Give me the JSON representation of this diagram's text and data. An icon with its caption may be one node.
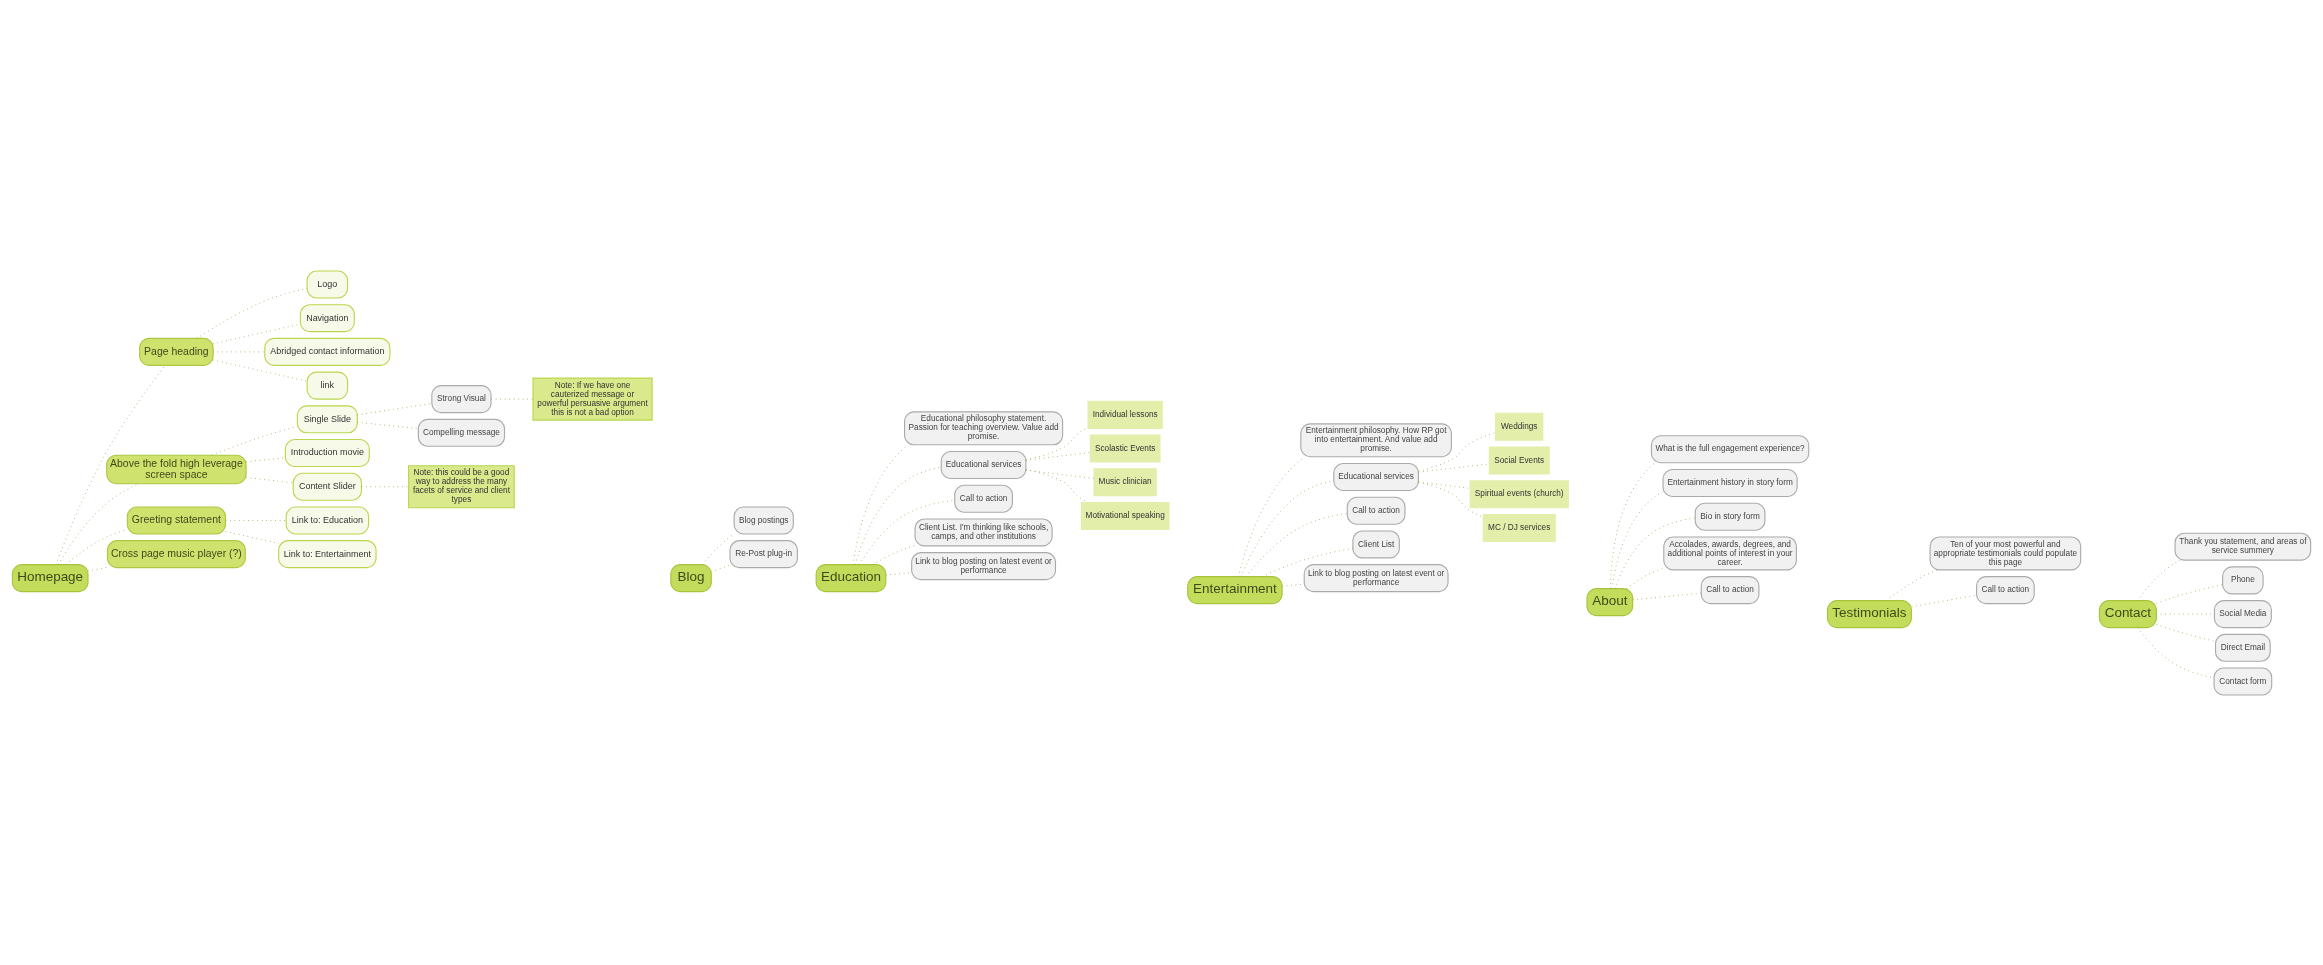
{
  "diagram": {
    "nodes": [
      {
        "text": [
          "Homepage"
        ]
      },
      {
        "text": [
          "Page heading"
        ]
      },
      {
        "text": [
          "Logo"
        ]
      },
      {
        "text": [
          "Navigation"
        ]
      },
      {
        "text": [
          "Abridged contact information"
        ]
      },
      {
        "text": [
          "link"
        ]
      },
      {
        "text": [
          "Above the fold high leverage screen space"
        ]
      },
      {
        "text": [
          "Single Slide"
        ]
      },
      {
        "text": [
          "Strong Visual"
        ]
      },
      {
        "text": [
          "Note: If we have one cauterized message or powerful persuasive argument this is not a bad option"
        ]
      },
      {
        "text": [
          "Compelling message"
        ]
      },
      {
        "text": [
          "Introduction movie"
        ]
      },
      {
        "text": [
          "Content Slider"
        ]
      },
      {
        "text": [
          "Note: this could be a good way to address the many facets of service and client types"
        ]
      },
      {
        "text": [
          "Greeting statement"
        ]
      },
      {
        "text": [
          "Link to: Education"
        ]
      },
      {
        "text": [
          "Link to: Entertainment"
        ]
      },
      {
        "text": [
          "Cross page music player (?)"
        ]
      },
      {
        "text": [
          "Blog"
        ]
      },
      {
        "text": [
          "Blog postings"
        ]
      },
      {
        "text": [
          "Re-Post plug-in"
        ]
      },
      {
        "text": [
          "Education"
        ]
      },
      {
        "text": [
          "Educational philosophy statement. Passion for teaching overview. Value add promise."
        ]
      },
      {
        "text": [
          "Educational services"
        ]
      },
      {
        "text": [
          "Individual lessons"
        ]
      },
      {
        "text": [
          "Scolastic Events"
        ]
      },
      {
        "text": [
          "Music clinician"
        ]
      },
      {
        "text": [
          "Motivational speaking"
        ]
      },
      {
        "text": [
          "Call to action"
        ]
      },
      {
        "text": [
          "Client List. I'm thinking like schools, camps, and other institutions"
        ]
      },
      {
        "text": [
          "Link to blog posting on latest event or performance"
        ]
      },
      {
        "text": [
          "Entertainment"
        ]
      },
      {
        "text": [
          "Entertainment philosophy. How RP got into entertainment. And value add promise."
        ]
      },
      {
        "text": [
          "Educational services"
        ]
      },
      {
        "text": [
          "Weddings"
        ]
      },
      {
        "text": [
          "Social Events"
        ]
      },
      {
        "text": [
          "Spiritual events (church)"
        ]
      },
      {
        "text": [
          "MC / DJ services"
        ]
      },
      {
        "text": [
          "Call to action"
        ]
      },
      {
        "text": [
          "Client List"
        ]
      },
      {
        "text": [
          "Link to blog posting on latest event or performance"
        ]
      },
      {
        "text": [
          "About"
        ]
      },
      {
        "text": [
          "What is the full engagement experience?"
        ]
      },
      {
        "text": [
          "Entertainment history in story form"
        ]
      },
      {
        "text": [
          "Bio in story form"
        ]
      },
      {
        "text": [
          "Accolades, awards, degrees, and additional points of interest in your career."
        ]
      },
      {
        "text": [
          "Call to action"
        ]
      },
      {
        "text": [
          "Testimonials"
        ]
      },
      {
        "text": [
          "Ten of your most powerful and appropriate testimonials could populate this page"
        ]
      },
      {
        "text": [
          "Call to action"
        ]
      },
      {
        "text": [
          "Contact"
        ]
      },
      {
        "text": [
          "Thank you statement, and areas of service summery"
        ]
      },
      {
        "text": [
          "Phone"
        ]
      },
      {
        "text": [
          "Social Media"
        ]
      },
      {
        "text": [
          "Direct Email"
        ]
      },
      {
        "text": [
          "Contact form"
        ]
      }
    ],
    "edges": [
      {
        "from": 0,
        "to": 1,
        "arrow": "none"
      },
      {
        "from": 1,
        "to": 2,
        "arrow": "none"
      },
      {
        "from": 1,
        "to": 3,
        "arrow": "none"
      },
      {
        "from": 1,
        "to": 4,
        "arrow": "none"
      },
      {
        "from": 1,
        "to": 5,
        "arrow": "none"
      },
      {
        "from": 0,
        "to": 6,
        "arrow": "none"
      },
      {
        "from": 6,
        "to": 7,
        "arrow": "none"
      },
      {
        "from": 7,
        "to": 8,
        "arrow": "none"
      },
      {
        "from": 8,
        "to": 9,
        "arrow": "none"
      },
      {
        "from": 7,
        "to": 10,
        "arrow": "none"
      },
      {
        "from": 6,
        "to": 11,
        "arrow": "none"
      },
      {
        "from": 6,
        "to": 12,
        "arrow": "none"
      },
      {
        "from": 12,
        "to": 13,
        "arrow": "none"
      },
      {
        "from": 0,
        "to": 14,
        "arrow": "none"
      },
      {
        "from": 14,
        "to": 15,
        "arrow": "none"
      },
      {
        "from": 14,
        "to": 16,
        "arrow": "none"
      },
      {
        "from": 0,
        "to": 17,
        "arrow": "none"
      },
      {
        "from": 18,
        "to": 19,
        "arrow": "none"
      },
      {
        "from": 18,
        "to": 20,
        "arrow": "none"
      },
      {
        "from": 21,
        "to": 22,
        "arrow": "none"
      },
      {
        "from": 21,
        "to": 23,
        "arrow": "none"
      },
      {
        "from": 23,
        "to": 24,
        "arrow": "none"
      },
      {
        "from": 23,
        "to": 25,
        "arrow": "none"
      },
      {
        "from": 23,
        "to": 26,
        "arrow": "none"
      },
      {
        "from": 23,
        "to": 27,
        "arrow": "none"
      },
      {
        "from": 21,
        "to": 28,
        "arrow": "none"
      },
      {
        "from": 21,
        "to": 29,
        "arrow": "none"
      },
      {
        "from": 21,
        "to": 30,
        "arrow": "none"
      },
      {
        "from": 31,
        "to": 32,
        "arrow": "none"
      },
      {
        "from": 31,
        "to": 33,
        "arrow": "none"
      },
      {
        "from": 33,
        "to": 34,
        "arrow": "none"
      },
      {
        "from": 33,
        "to": 35,
        "arrow": "none"
      },
      {
        "from": 33,
        "to": 36,
        "arrow": "none"
      },
      {
        "from": 33,
        "to": 37,
        "arrow": "none"
      },
      {
        "from": 31,
        "to": 38,
        "arrow": "none"
      },
      {
        "from": 31,
        "to": 39,
        "arrow": "none"
      },
      {
        "from": 31,
        "to": 40,
        "arrow": "none"
      },
      {
        "from": 41,
        "to": 42,
        "arrow": "none"
      },
      {
        "from": 41,
        "to": 43,
        "arrow": "none"
      },
      {
        "from": 41,
        "to": 44,
        "arrow": "none"
      },
      {
        "from": 41,
        "to": 45,
        "arrow": "none"
      },
      {
        "from": 41,
        "to": 46,
        "arrow": "none"
      },
      {
        "from": 47,
        "to": 48,
        "arrow": "none"
      },
      {
        "from": 47,
        "to": 49,
        "arrow": "none"
      },
      {
        "from": 50,
        "to": 51,
        "arrow": "none"
      },
      {
        "from": 50,
        "to": 52,
        "arrow": "none"
      },
      {
        "from": 50,
        "to": 53,
        "arrow": "none"
      },
      {
        "from": 50,
        "to": 54,
        "arrow": "none"
      },
      {
        "from": 50,
        "to": 55,
        "arrow": "none"
      }
    ]
  }
}
